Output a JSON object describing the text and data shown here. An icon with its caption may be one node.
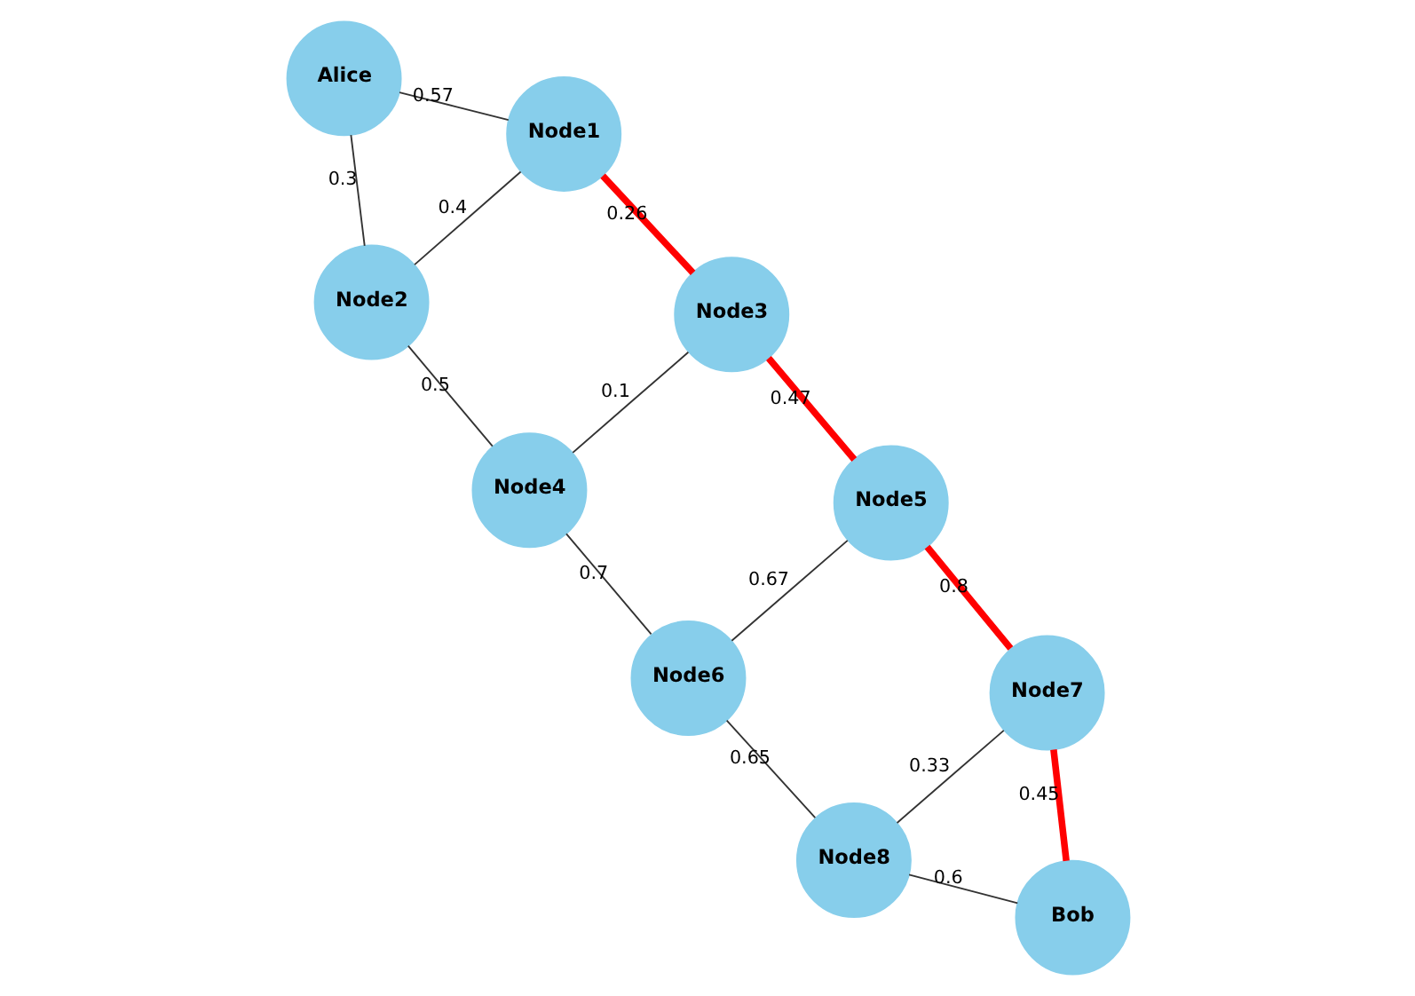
{
  "diagram": {
    "nodes": [
      {
        "text": [
          "Alice"
        ]
      },
      {
        "text": [
          "Node1"
        ]
      },
      {
        "text": [
          "Node2"
        ]
      },
      {
        "text": [
          "Node3"
        ]
      },
      {
        "text": [
          "Node4"
        ]
      },
      {
        "text": [
          "Node5"
        ]
      },
      {
        "text": [
          "Node6"
        ]
      },
      {
        "text": [
          "Node7"
        ]
      },
      {
        "text": [
          "Node8"
        ]
      },
      {
        "text": [
          "Bob"
        ]
      }
    ],
    "edges": [
      {
        "from": 0,
        "to": 1,
        "arrow": "none",
        "label": "0.57"
      },
      {
        "from": 0,
        "to": 2,
        "arrow": "none",
        "label": "0.3"
      },
      {
        "from": 1,
        "to": 2,
        "arrow": "none",
        "label": "0.4"
      },
      {
        "from": 1,
        "to": 3,
        "arrow": "none",
        "label": "0.26",
        "style": "thick",
        "color": "#ff0000"
      },
      {
        "from": 2,
        "to": 4,
        "arrow": "none",
        "label": "0.5"
      },
      {
        "from": 3,
        "to": 4,
        "arrow": "none",
        "label": "0.1"
      },
      {
        "from": 3,
        "to": 5,
        "arrow": "none",
        "label": "0.47",
        "style": "thick",
        "color": "#ff0000"
      },
      {
        "from": 4,
        "to": 6,
        "arrow": "none",
        "label": "0.7"
      },
      {
        "from": 5,
        "to": 6,
        "arrow": "none",
        "label": "0.67"
      },
      {
        "from": 5,
        "to": 7,
        "arrow": "none",
        "label": "0.8",
        "style": "thick",
        "color": "#ff0000"
      },
      {
        "from": 6,
        "to": 8,
        "arrow": "none",
        "label": "0.65"
      },
      {
        "from": 7,
        "to": 8,
        "arrow": "none",
        "label": "0.33"
      },
      {
        "from": 7,
        "to": 9,
        "arrow": "none",
        "label": "0.45",
        "style": "thick",
        "color": "#ff0000"
      },
      {
        "from": 8,
        "to": 9,
        "arrow": "none",
        "label": "0.6"
      }
    ]
  }
}
